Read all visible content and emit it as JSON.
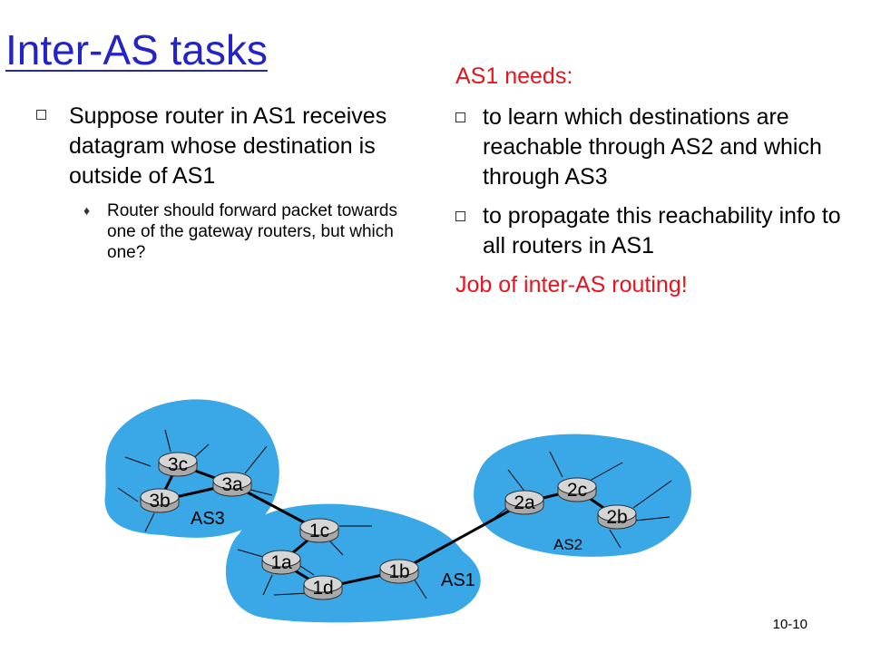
{
  "slide": {
    "title": "Inter-AS tasks",
    "left_points": [
      "Suppose router in AS1 receives datagram whose destination is outside of AS1"
    ],
    "left_sub_points": [
      "Router should forward packet towards one of the gateway routers, but which one?"
    ],
    "right_heading": "AS1 needs:",
    "right_points": [
      "to learn which destinations are reachable through AS2 and which through AS3",
      "to propagate this reachability info to all routers in AS1"
    ],
    "right_conclusion": "Job of inter-AS routing!",
    "page_number": "10-10"
  },
  "diagram": {
    "as_labels": {
      "as1": "AS1",
      "as2": "AS2",
      "as3": "AS3"
    },
    "routers": {
      "r3c": "3c",
      "r3a": "3a",
      "r3b": "3b",
      "r1c": "1c",
      "r1a": "1a",
      "r1b": "1b",
      "r1d": "1d",
      "r2a": "2a",
      "r2c": "2c",
      "r2b": "2b"
    },
    "colors": {
      "cloud": "#3aa7e6",
      "router_fill": "#b8b8b8",
      "router_top": "#d6d6d6",
      "link": "#000000"
    }
  }
}
